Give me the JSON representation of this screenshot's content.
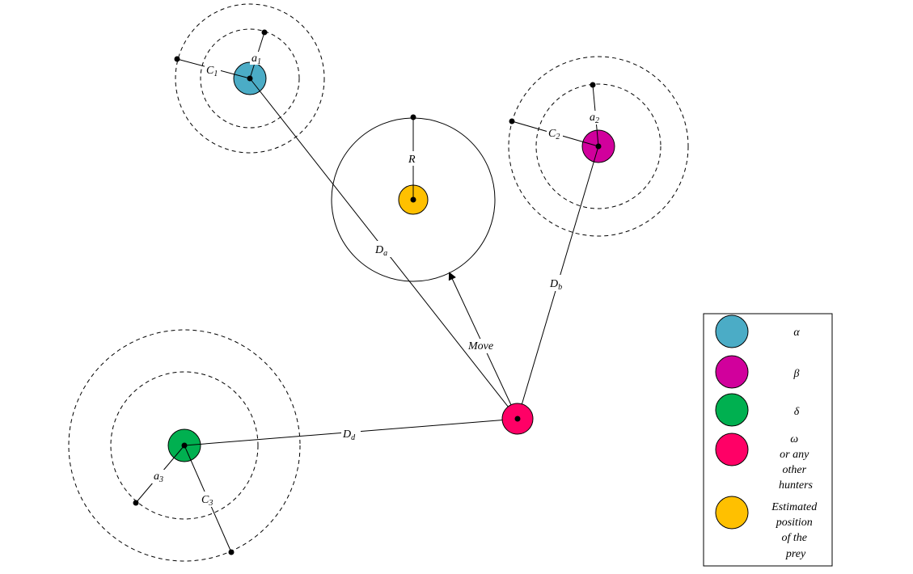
{
  "colors": {
    "alpha": "#4BACC6",
    "beta": "#D1009C",
    "delta": "#00B050",
    "omega": "#FF0066",
    "prey": "#FFC000",
    "line": "#000000"
  },
  "labels": {
    "a1": "a",
    "a1_sub": "1",
    "c1": "C",
    "c1_sub": "1",
    "a2": "a",
    "a2_sub": "2",
    "c2": "C",
    "c2_sub": "2",
    "a3": "a",
    "a3_sub": "3",
    "c3": "C",
    "c3_sub": "3",
    "r": "R",
    "da": "D",
    "da_sub": "a",
    "db": "D",
    "db_sub": "b",
    "dd": "D",
    "dd_sub": "d",
    "move": "Move"
  },
  "legend": {
    "alpha": "α",
    "beta": "β",
    "delta": "δ",
    "omega_lines": [
      "ω",
      "or any",
      "other",
      "hunters"
    ],
    "prey_lines": [
      "Estimated",
      "position",
      "of the",
      "prey"
    ]
  }
}
